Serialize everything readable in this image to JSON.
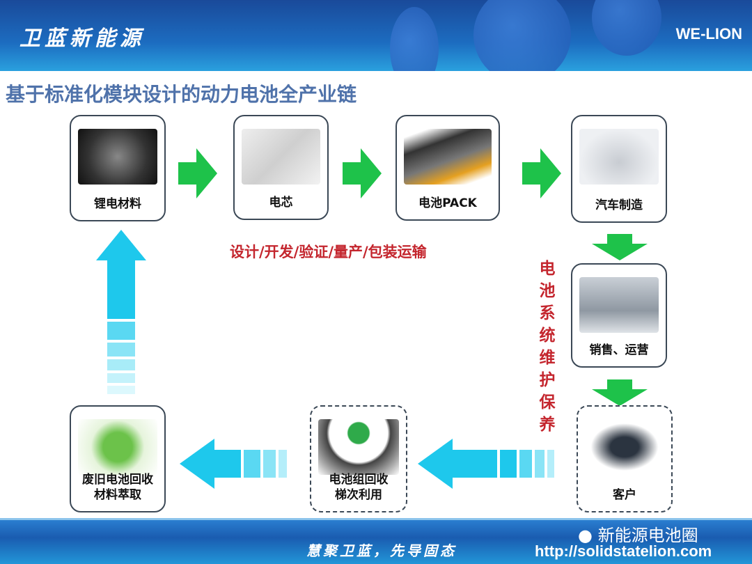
{
  "header": {
    "brand": "卫蓝新能源",
    "logo": "WE-LION"
  },
  "title": "基于标准化模块设计的动力电池全产业链",
  "nodes": [
    {
      "label": "锂电材料",
      "icon": "material-powder-image"
    },
    {
      "label": "电芯",
      "icon": "battery-cell-image"
    },
    {
      "label": "电池PACK",
      "icon": "battery-pack-image"
    },
    {
      "label": "汽车制造",
      "icon": "car-image"
    },
    {
      "label": "销售、运营",
      "icon": "charging-station-image"
    },
    {
      "label": "客户",
      "icon": "handshake-image"
    },
    {
      "label": "电池组回收\n梯次利用",
      "line1": "电池组回收",
      "line2": "梯次利用",
      "icon": "recycle-pack-image"
    },
    {
      "label": "废旧电池回收\n材料萃取",
      "line1": "废旧电池回收",
      "line2": "材料萃取",
      "icon": "recycle-battery-image"
    }
  ],
  "process_text": "设计/开发/验证/量产/包装运输",
  "maintenance_text": "电池系统维护保养",
  "footer": {
    "slogan": "慧聚卫蓝，先导固态",
    "wechat": "新能源电池圈",
    "url": "http://solidstatelion.com"
  },
  "colors": {
    "green_arrow": "#1ec24a",
    "cyan_arrow": "#1ec8ec",
    "red_text": "#c4262e",
    "title": "#4f72aa"
  }
}
